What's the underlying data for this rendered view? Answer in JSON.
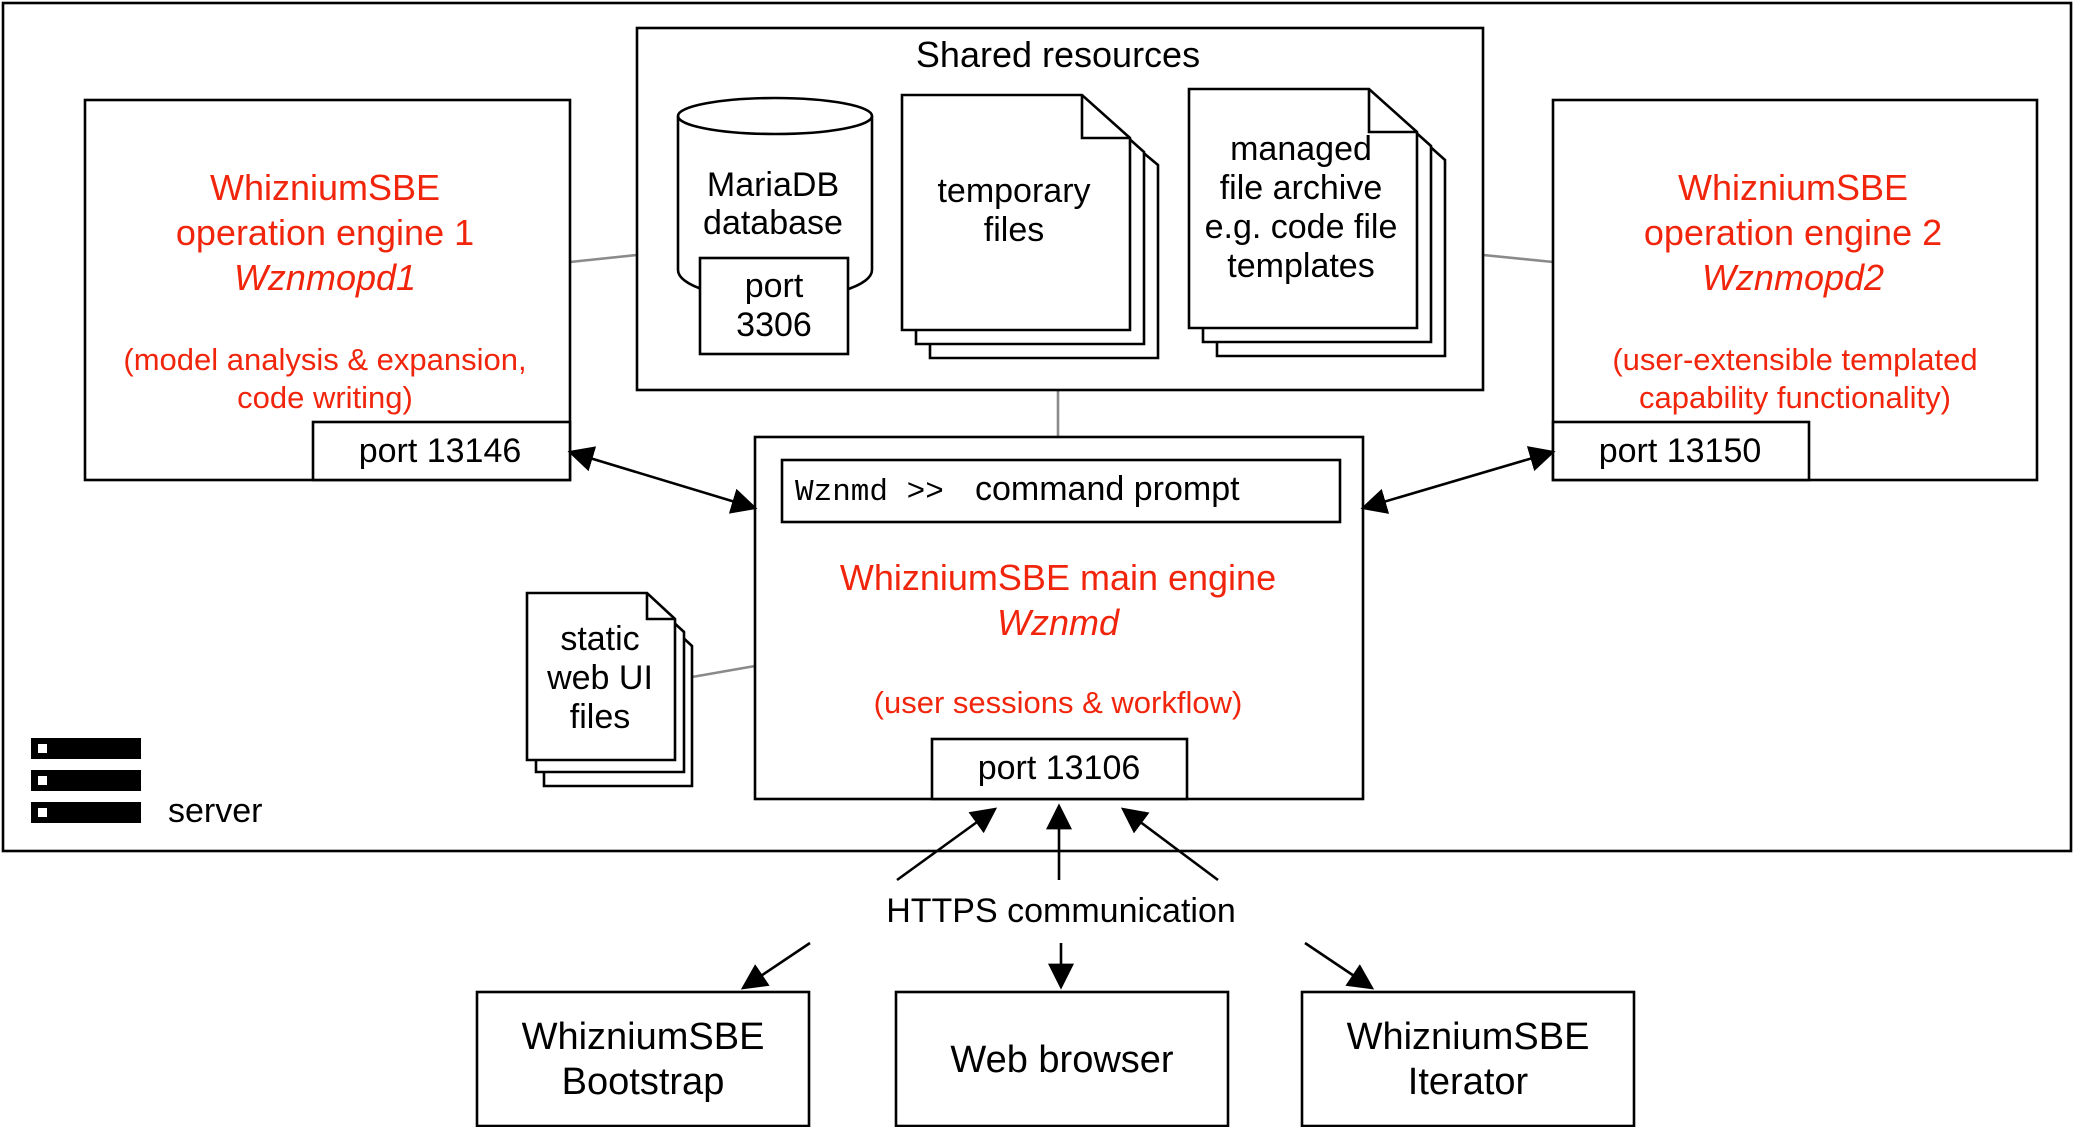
{
  "shared_resources": {
    "title": "Shared resources",
    "database": {
      "line1": "MariaDB",
      "line2": "database",
      "port_line1": "port",
      "port_line2": "3306"
    },
    "temp_files": {
      "line1": "temporary",
      "line2": "files"
    },
    "archive": {
      "line1": "managed",
      "line2": "file archive",
      "line3": "e.g. code file",
      "line4": "templates"
    }
  },
  "engine1": {
    "line1": "WhizniumSBE",
    "line2": "operation engine 1",
    "name": "Wznmopd1",
    "desc1": "(model analysis & expansion,",
    "desc2": "code writing)",
    "port": "port 13146"
  },
  "engine2": {
    "line1": "WhizniumSBE",
    "line2": "operation engine 2",
    "name": "Wznmopd2",
    "desc1": "(user-extensible templated",
    "desc2": "capability functionality)",
    "port": "port 13150"
  },
  "main_engine": {
    "prompt_code": "Wznmd >>",
    "prompt_label": "command prompt",
    "title": "WhizniumSBE main engine",
    "name": "Wznmd",
    "desc": "(user sessions & workflow)",
    "port": "port 13106"
  },
  "static_files": {
    "line1": "static",
    "line2": "web UI",
    "line3": "files"
  },
  "server_label": "server",
  "https_label": "HTTPS communication",
  "clients": {
    "bootstrap": {
      "line1": "WhizniumSBE",
      "line2": "Bootstrap"
    },
    "browser": {
      "line1": "Web browser"
    },
    "iterator": {
      "line1": "WhizniumSBE",
      "line2": "Iterator"
    }
  },
  "colors": {
    "accent": "#f0250c",
    "line": "#000000",
    "connector": "#8a8a8a"
  }
}
